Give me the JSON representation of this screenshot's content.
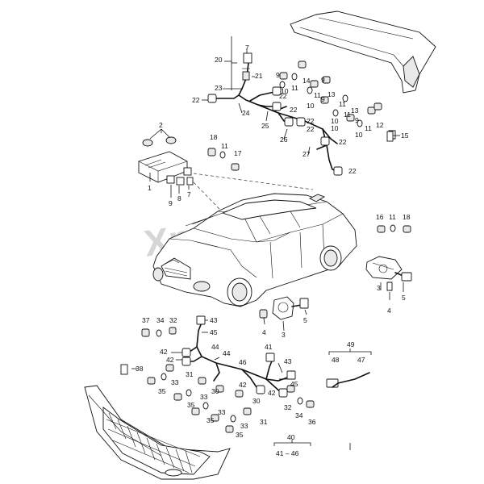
{
  "watermark": "Xpart",
  "callouts": {
    "c20": "20",
    "c7a": "7",
    "c21": "21",
    "c23": "23",
    "c22a": "22",
    "c24": "24",
    "c9a": "9",
    "c14": "14",
    "c11a": "11",
    "c10a": "10",
    "c9b": "9",
    "c11b": "11",
    "c10b": "10",
    "c22b": "22",
    "c22c": "22",
    "c25": "25",
    "c22d": "22",
    "c9c": "9",
    "c11c": "11",
    "c13a": "13",
    "c10c": "10",
    "c13b": "13",
    "c10d": "10",
    "c11d": "11",
    "c9d": "9",
    "c11e": "11",
    "c12": "12",
    "c10e": "10",
    "c15": "15",
    "c22e": "22",
    "c26": "26",
    "c22f": "22",
    "c27": "27",
    "c22g": "22",
    "c2": "2",
    "c18a": "18",
    "c11f": "11",
    "c17": "17",
    "c1": "1",
    "c9e": "9",
    "c8": "8",
    "c7b": "7",
    "c16": "16",
    "c11g": "11",
    "c18b": "18",
    "c3a": "3",
    "c4a": "4",
    "c5a": "5",
    "c4b": "4",
    "c3b": "3",
    "c5b": "5",
    "c37": "37",
    "c34a": "34",
    "c32a": "32",
    "c43a": "43",
    "c45a": "45",
    "c42a": "42",
    "c44a": "44",
    "c42b": "42",
    "c44b": "44",
    "c31a": "31",
    "c38": "38",
    "c33a": "33",
    "c35a": "35",
    "c33b": "33",
    "c30a": "30",
    "c35b": "35",
    "c33c": "33",
    "c35c": "35",
    "c30b": "30",
    "c33d": "33",
    "c31b": "31",
    "c35d": "35",
    "c41": "41",
    "c43b": "43",
    "c46": "46",
    "c45b": "45",
    "c42c": "42",
    "c42d": "42",
    "c32b": "32",
    "c34b": "34",
    "c36": "36",
    "c49": "49",
    "c48": "48",
    "c47": "47",
    "c40": "40",
    "c41_46": "41 – 46"
  }
}
